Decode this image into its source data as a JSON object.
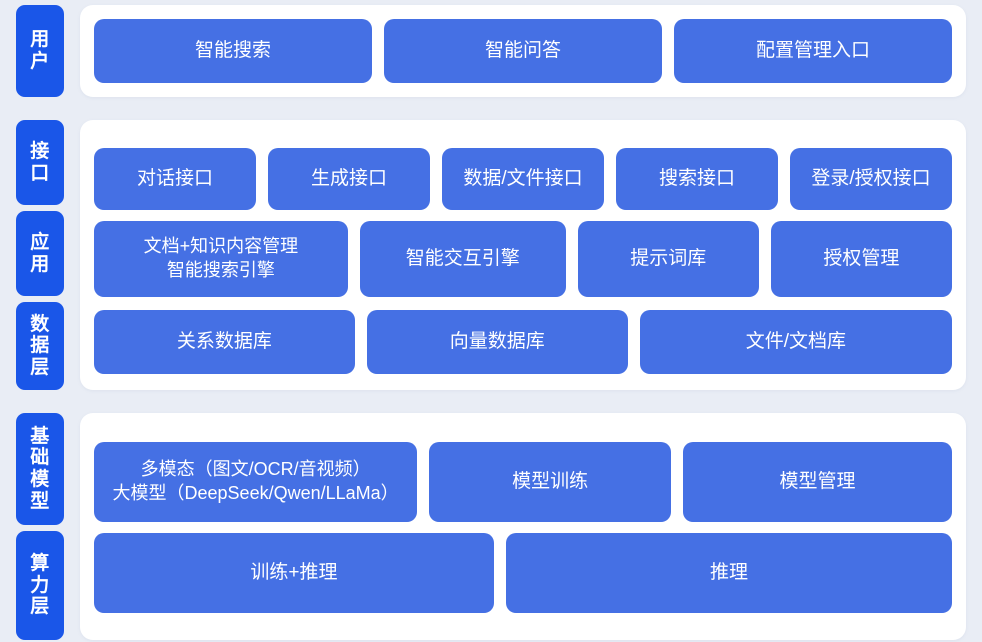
{
  "colors": {
    "page_background": "#e9edf5",
    "panel_background": "#ffffff",
    "tab_blue": "#1a56e8",
    "card_blue": "#4570e4",
    "card_text": "#ffffff"
  },
  "bands": [
    {
      "id": "user",
      "tabs": [
        {
          "label": "用户"
        }
      ],
      "rows": [
        {
          "id": "user-row",
          "cards": [
            {
              "label": "智能搜索",
              "flex": 1
            },
            {
              "label": "智能问答",
              "flex": 1
            },
            {
              "label": "配置管理入口",
              "flex": 1
            }
          ]
        }
      ]
    },
    {
      "id": "middle",
      "tabs": [
        {
          "label": "接口"
        },
        {
          "label": "应用"
        },
        {
          "label": "数据层"
        }
      ],
      "rows": [
        {
          "id": "interface-row",
          "cards": [
            {
              "label": "对话接口",
              "flex": 1
            },
            {
              "label": "生成接口",
              "flex": 1
            },
            {
              "label": "数据/文件接口",
              "flex": 1
            },
            {
              "label": "搜索接口",
              "flex": 1
            },
            {
              "label": "登录/授权接口",
              "flex": 1
            }
          ]
        },
        {
          "id": "application-row",
          "cards": [
            {
              "label": "文档+知识内容管理\n智能搜索引擎",
              "flex": 1.44,
              "two_line": true
            },
            {
              "label": "智能交互引擎",
              "flex": 1.15
            },
            {
              "label": "提示词库",
              "flex": 1
            },
            {
              "label": "授权管理",
              "flex": 1
            }
          ]
        },
        {
          "id": "data-row",
          "cards": [
            {
              "label": "关系数据库",
              "flex": 1
            },
            {
              "label": "向量数据库",
              "flex": 1
            },
            {
              "label": "文件/文档库",
              "flex": 1.21
            }
          ]
        }
      ]
    },
    {
      "id": "bottom",
      "tabs": [
        {
          "label": "基础模型"
        },
        {
          "label": "算力层"
        }
      ],
      "rows": [
        {
          "id": "model-row",
          "cards": [
            {
              "label": "多模态（图文/OCR/音视频）\n大模型（DeepSeek/Qwen/LLaMa）",
              "flex": 1.36,
              "two_line": true
            },
            {
              "label": "模型训练",
              "flex": 1
            },
            {
              "label": "模型管理",
              "flex": 1.12
            }
          ]
        },
        {
          "id": "compute-row",
          "cards": [
            {
              "label": "训练+推理",
              "flex": 1
            },
            {
              "label": "推理",
              "flex": 1.12
            }
          ]
        }
      ]
    }
  ]
}
